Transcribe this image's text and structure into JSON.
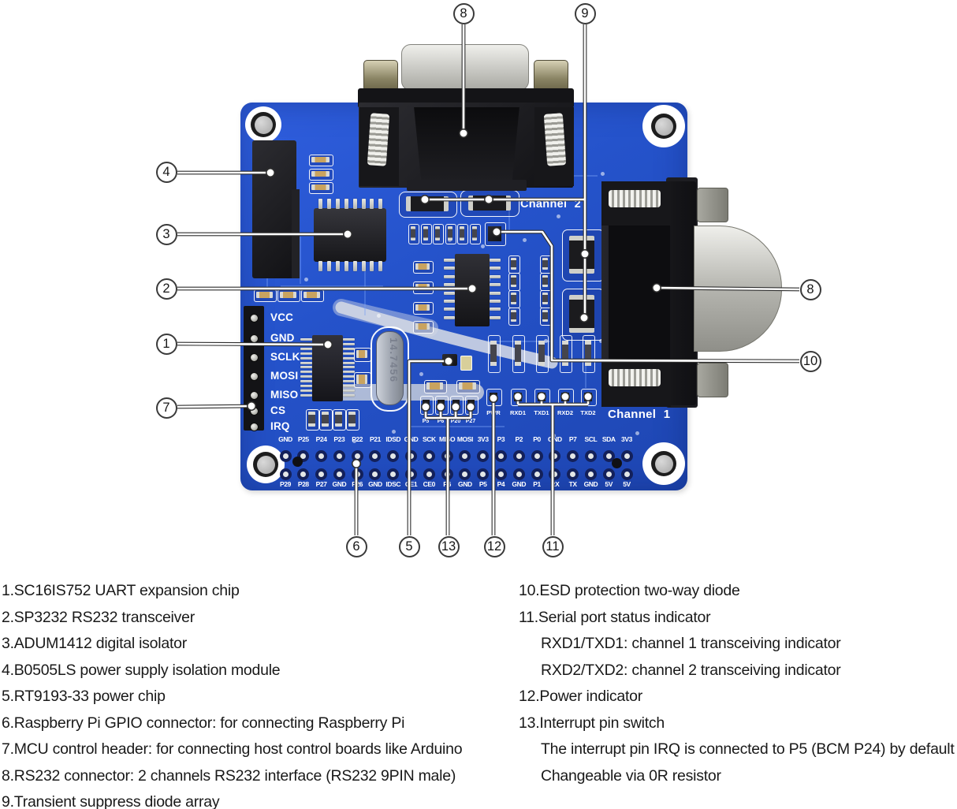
{
  "legend": {
    "left": [
      "1.SC16IS752 UART expansion chip",
      "2.SP3232 RS232 transceiver",
      "3.ADUM1412 digital isolator",
      "4.B0505LS power supply isolation module",
      "5.RT9193-33 power chip",
      "6.Raspberry Pi GPIO connector: for connecting Raspberry Pi",
      "7.MCU control header: for connecting host control boards like Arduino",
      "8.RS232 connector: 2 channels RS232 interface (RS232 9PIN male)",
      "9.Transient suppress diode array"
    ],
    "right": [
      {
        "text": "10.ESD protection two-way diode",
        "indent": 0
      },
      {
        "text": "11.Serial port status indicator",
        "indent": 0
      },
      {
        "text": "RXD1/TXD1: channel 1 transceiving indicator",
        "indent": 1
      },
      {
        "text": "RXD2/TXD2: channel 2 transceiving indicator",
        "indent": 1
      },
      {
        "text": "12.Power indicator",
        "indent": 0
      },
      {
        "text": "13.Interrupt pin switch",
        "indent": 0
      },
      {
        "text": "The interrupt pin IRQ is connected to P5 (BCM P24) by default",
        "indent": 1
      },
      {
        "text": "Changeable via 0R resistor",
        "indent": 1
      }
    ]
  },
  "board": {
    "channel_1": "Channel 1",
    "channel_2": "Channel 2",
    "crystal": "14.7456",
    "mcu_pins": [
      "VCC",
      "GND",
      "SCLK",
      "MOSI",
      "MISO",
      "CS",
      "IRQ"
    ],
    "led_labels": [
      "PWR",
      "RXD1",
      "TXD1",
      "RXD2",
      "TXD2"
    ],
    "jumper_labels": [
      "P5",
      "P6",
      "P20",
      "P27"
    ],
    "gpio_top": [
      "GND",
      "P25",
      "P24",
      "P23",
      "P22",
      "P21",
      "IDSD",
      "GND",
      "SCK",
      "MISO",
      "MOSI",
      "3V3",
      "P3",
      "P2",
      "P0",
      "GND",
      "P7",
      "SCL",
      "SDA",
      "3V3"
    ],
    "gpio_bottom": [
      "P29",
      "P28",
      "P27",
      "GND",
      "P26",
      "GND",
      "IDSC",
      "CE1",
      "CE0",
      "P6",
      "GND",
      "P5",
      "P4",
      "GND",
      "P1",
      "RX",
      "TX",
      "GND",
      "5V",
      "5V"
    ]
  },
  "callouts": [
    {
      "id": "c1",
      "label": "1"
    },
    {
      "id": "c2",
      "label": "2"
    },
    {
      "id": "c3",
      "label": "3"
    },
    {
      "id": "c4",
      "label": "4"
    },
    {
      "id": "c5",
      "label": "5"
    },
    {
      "id": "c6",
      "label": "6"
    },
    {
      "id": "c7",
      "label": "7"
    },
    {
      "id": "c8t",
      "label": "8"
    },
    {
      "id": "c8r",
      "label": "8"
    },
    {
      "id": "c9",
      "label": "9"
    },
    {
      "id": "c10",
      "label": "10"
    },
    {
      "id": "c11",
      "label": "11"
    },
    {
      "id": "c12",
      "label": "12"
    },
    {
      "id": "c13",
      "label": "13"
    }
  ],
  "colors": {
    "pcb_blue": "#2553cb",
    "silkscreen": "#ffffff",
    "callout_line_core": "#ffffff",
    "callout_line_edge": "#2e2e2e"
  }
}
